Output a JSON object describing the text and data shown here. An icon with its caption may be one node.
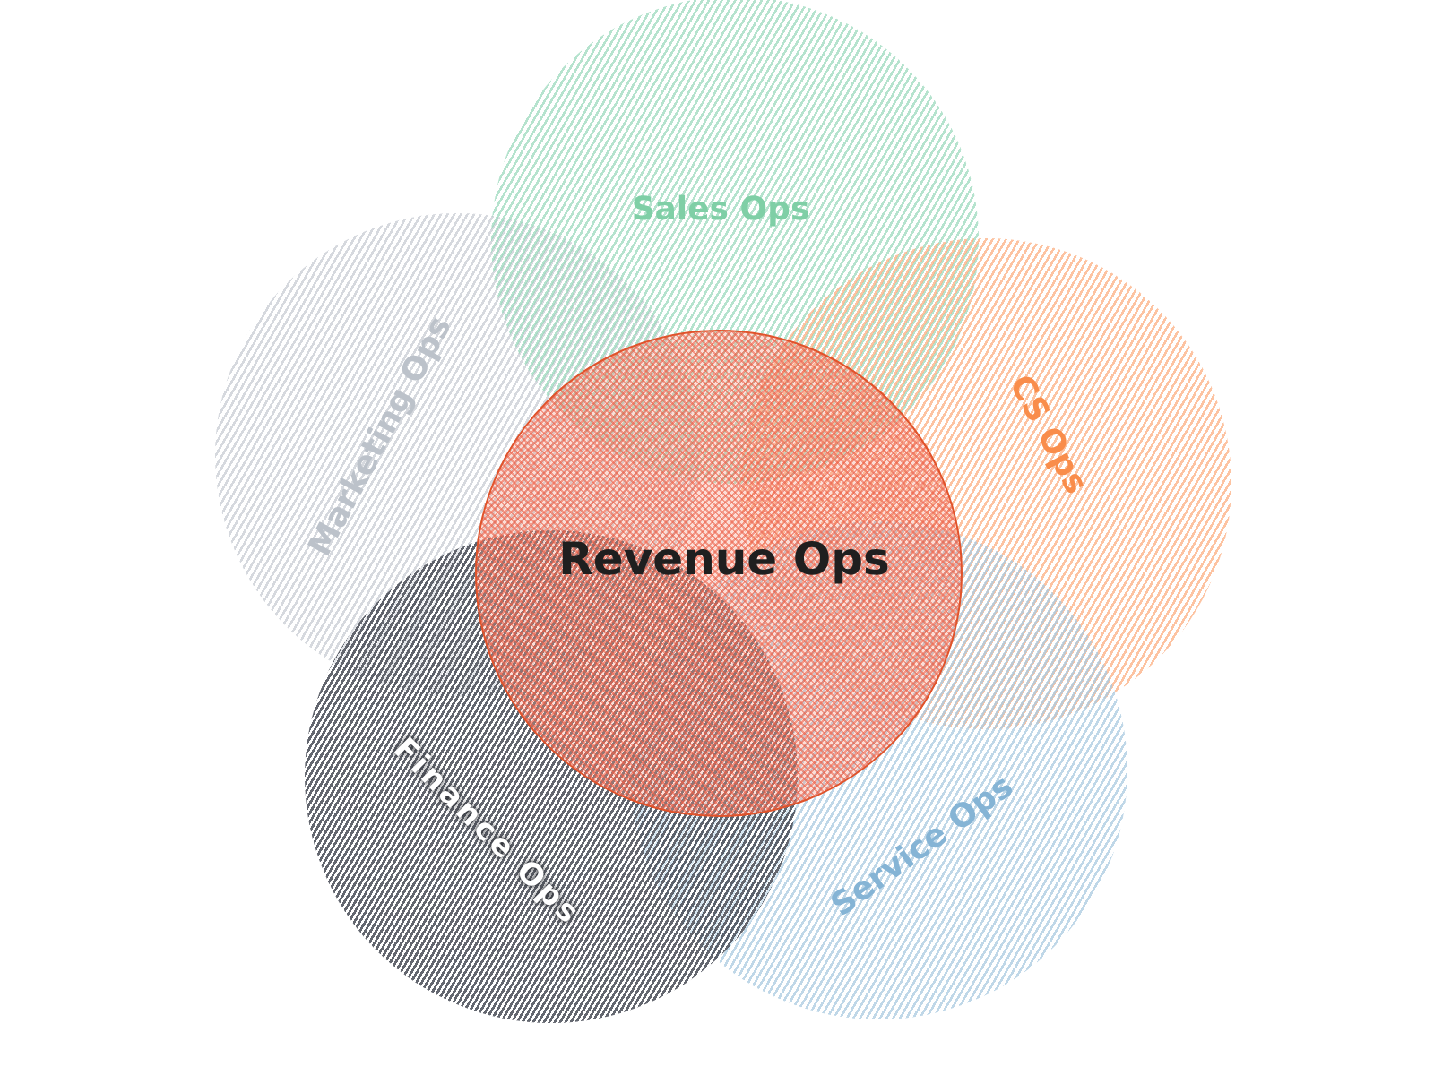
{
  "diagram": {
    "nodes": [
      {
        "text": [
          "Sales Ops"
        ]
      },
      {
        "text": [
          "Marketing Ops"
        ]
      },
      {
        "text": [
          "CS Ops"
        ]
      },
      {
        "text": [
          "Revenue Ops"
        ]
      },
      {
        "text": [
          "Finance Ops"
        ]
      },
      {
        "text": [
          "Service Ops"
        ]
      }
    ]
  }
}
